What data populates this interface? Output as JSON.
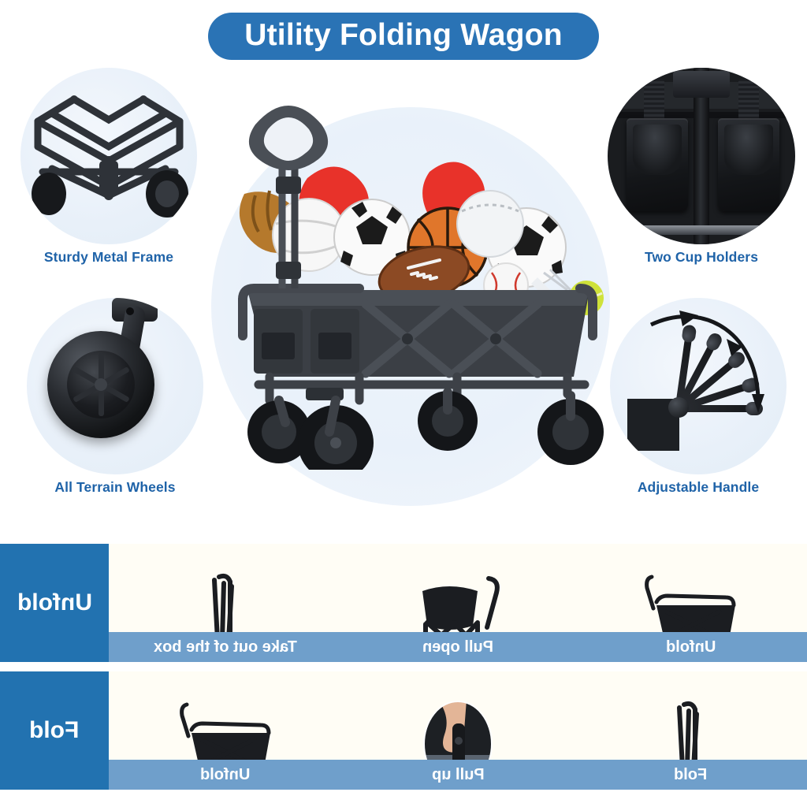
{
  "header": {
    "title": "Utility Folding Wagon",
    "pill_color": "#2a73b5",
    "title_color": "#ffffff"
  },
  "features": {
    "label_color": "#1f63a8",
    "circle_bg": "#e9f1fa",
    "items": [
      {
        "id": "sturdy-metal-frame",
        "label": "Sturdy Metal Frame",
        "position": "top-left",
        "icon": "scissor-frame-icon"
      },
      {
        "id": "two-cup-holders",
        "label": "Two Cup Holders",
        "position": "top-right",
        "icon": "cup-holder-icon"
      },
      {
        "id": "all-terrain-wheels",
        "label": "All Terrain Wheels",
        "position": "bottom-left",
        "icon": "caster-wheel-icon"
      },
      {
        "id": "adjustable-handle",
        "label": "Adjustable Handle",
        "position": "bottom-right",
        "icon": "handle-fan-icon"
      }
    ]
  },
  "hero": {
    "alt": "folding wagon loaded with sports balls",
    "cargo": [
      "soccer-ball",
      "basketball",
      "american-football",
      "volleyball",
      "boxing-gloves",
      "baseball-glove",
      "tennis-ball",
      "baseball"
    ],
    "frame_color": "#3a3e44",
    "fabric_color": "#3c4046"
  },
  "steps": {
    "tag_color": "#2272b0",
    "caption_strip_color": "#6f9fcb",
    "caption_text_color": "#ffffff",
    "text_mirrored": true,
    "rows": [
      {
        "id": "unfold-row",
        "tag": "Unfold",
        "cells": [
          {
            "caption": "Take out of the box",
            "art": "wagon-folded-upright-icon"
          },
          {
            "caption": "Pull open",
            "art": "wagon-half-open-icon"
          },
          {
            "caption": "Unfold",
            "art": "wagon-open-icon"
          }
        ]
      },
      {
        "id": "fold-row",
        "tag": "Fold",
        "cells": [
          {
            "caption": "Unfold",
            "art": "wagon-open-icon"
          },
          {
            "caption": "Pull up",
            "art": "hand-pulling-strap-photo"
          },
          {
            "caption": "Fold",
            "art": "wagon-folded-upright-icon"
          }
        ]
      }
    ]
  }
}
